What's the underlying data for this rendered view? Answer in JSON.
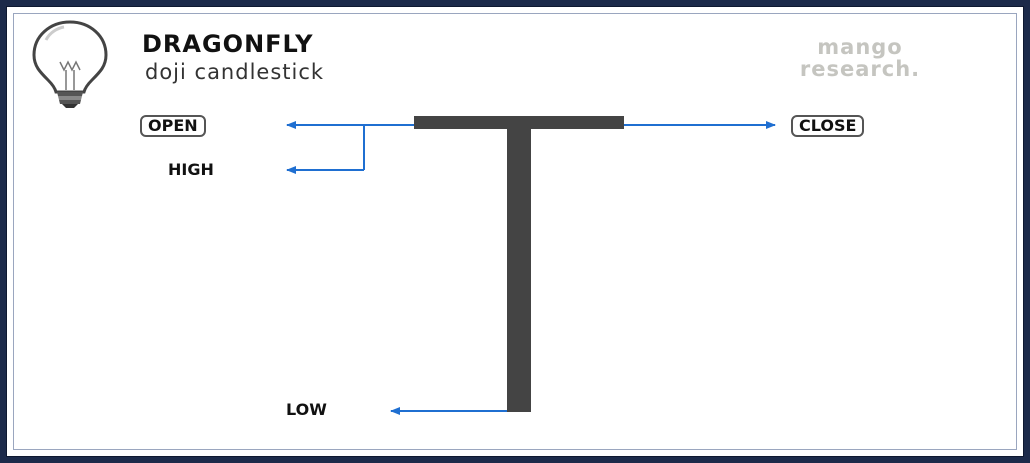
{
  "header": {
    "title": "DRAGONFLY",
    "subtitle": "doji candlestick",
    "brand_line1": "mango",
    "brand_line2": "research."
  },
  "labels": {
    "open": "OPEN",
    "high": "HIGH",
    "close": "CLOSE",
    "low": "LOW"
  },
  "colors": {
    "frame": "#1c2a4a",
    "candle": "#444444",
    "arrow": "#1f6fd1",
    "brand": "#c5c5c0"
  },
  "icons": [
    "lightbulb-icon"
  ]
}
